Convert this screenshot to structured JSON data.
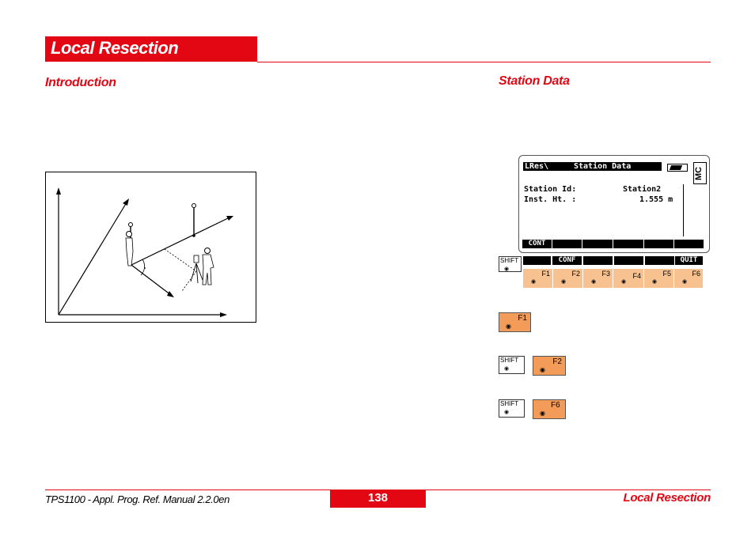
{
  "header": {
    "title": "Local Resection"
  },
  "sections": {
    "introduction": "Introduction",
    "station_data": "Station Data"
  },
  "screen": {
    "path": "LRes\\",
    "title": "Station Data",
    "side_label": "MC",
    "rows": [
      {
        "label": "Station Id:",
        "value": "Station2"
      },
      {
        "label": "Inst. Ht. :",
        "value": "1.555 m"
      }
    ],
    "softkeys": [
      "CONT",
      "",
      "",
      "",
      "",
      ""
    ]
  },
  "shift_row": {
    "shift_label": "SHIFT",
    "keys": [
      "",
      "CONF",
      "",
      "",
      "QUIT"
    ]
  },
  "function_keys": [
    "F1",
    "F2",
    "F3",
    "F4",
    "F5",
    "F6"
  ],
  "key_legend": [
    {
      "shift": "",
      "key": "F1"
    },
    {
      "shift": "SHIFT",
      "key": "F2"
    },
    {
      "shift": "SHIFT",
      "key": "F6"
    }
  ],
  "key_dot": "◉",
  "footer": {
    "manual": "TPS1100 - Appl. Prog. Ref. Manual 2.2.0en",
    "page": "138",
    "chapter": "Local Resection"
  },
  "colors": {
    "accent": "#e30613",
    "fkey": "#f7c28f",
    "bigkey": "#f39c5a"
  }
}
